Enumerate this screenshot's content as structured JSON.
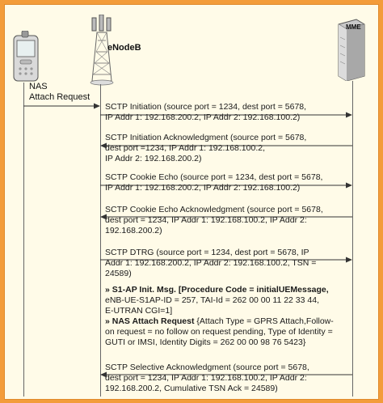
{
  "nodes": {
    "enodeb": "eNodeB",
    "mme": "MME"
  },
  "nas_label": "NAS\nAttach Request",
  "messages": [
    {
      "text": "SCTP Initiation (source port = 1234, dest port = 5678,\nIP Addr 1: 192.168.200.2, IP Addr 2: 192.168.100.2)",
      "direction": "right"
    },
    {
      "text": "SCTP Initiation Acknowledgment (source port = 5678,\ndest port =1234, IP Addr 1: 192.168.100.2,\nIP Addr 2: 192.168.200.2)",
      "direction": "left"
    },
    {
      "text": "SCTP Cookie Echo (source port = 1234, dest port = 5678,\nIP Addr 1: 192.168.200.2, IP Addr 2: 192.168.100.2)",
      "direction": "right"
    },
    {
      "text": "SCTP Cookie Echo Acknowledgment (source port = 5678,\ndest port = 1234, IP Addr 1: 192.168.100.2, IP Addr 2:\n192.168.200.2)",
      "direction": "left"
    },
    {
      "text": "SCTP DTRG (source port = 1234, dest port = 5678, IP\nAddr 1: 192.168.200.2, IP Addr 2: 192.168.100.2, TSN =\n24589)",
      "direction": "right"
    },
    {
      "text": "SCTP Selective Acknowledgment (source port = 5678,\ndest port = 1234, IP Addr 1: 192.168.100.2, IP Addr 2:\n192.168.200.2, Cumulative TSN Ack = 24589)",
      "direction": "left"
    }
  ],
  "s1ap": {
    "bullet": "»",
    "title": "S1-AP Init. Msg. [Procedure Code = initialUEMessage,",
    "body": "eNB-UE-S1AP-ID = 257, TAI-Id = 262 00 00 11 22 33 44,\nE-UTRAN CGI=1]"
  },
  "nas": {
    "bullet": "»",
    "title": "NAS Attach Request",
    "body_first": " {Attach Type = GPRS Attach,Follow-",
    "body": "on request = no follow on request pending, Type of Identity =\nGUTI or IMSI, Identity Digits = 262 00 00 98 76 5423}"
  },
  "icons": [
    "mobile-phone-icon",
    "cell-tower-icon",
    "server-icon"
  ]
}
